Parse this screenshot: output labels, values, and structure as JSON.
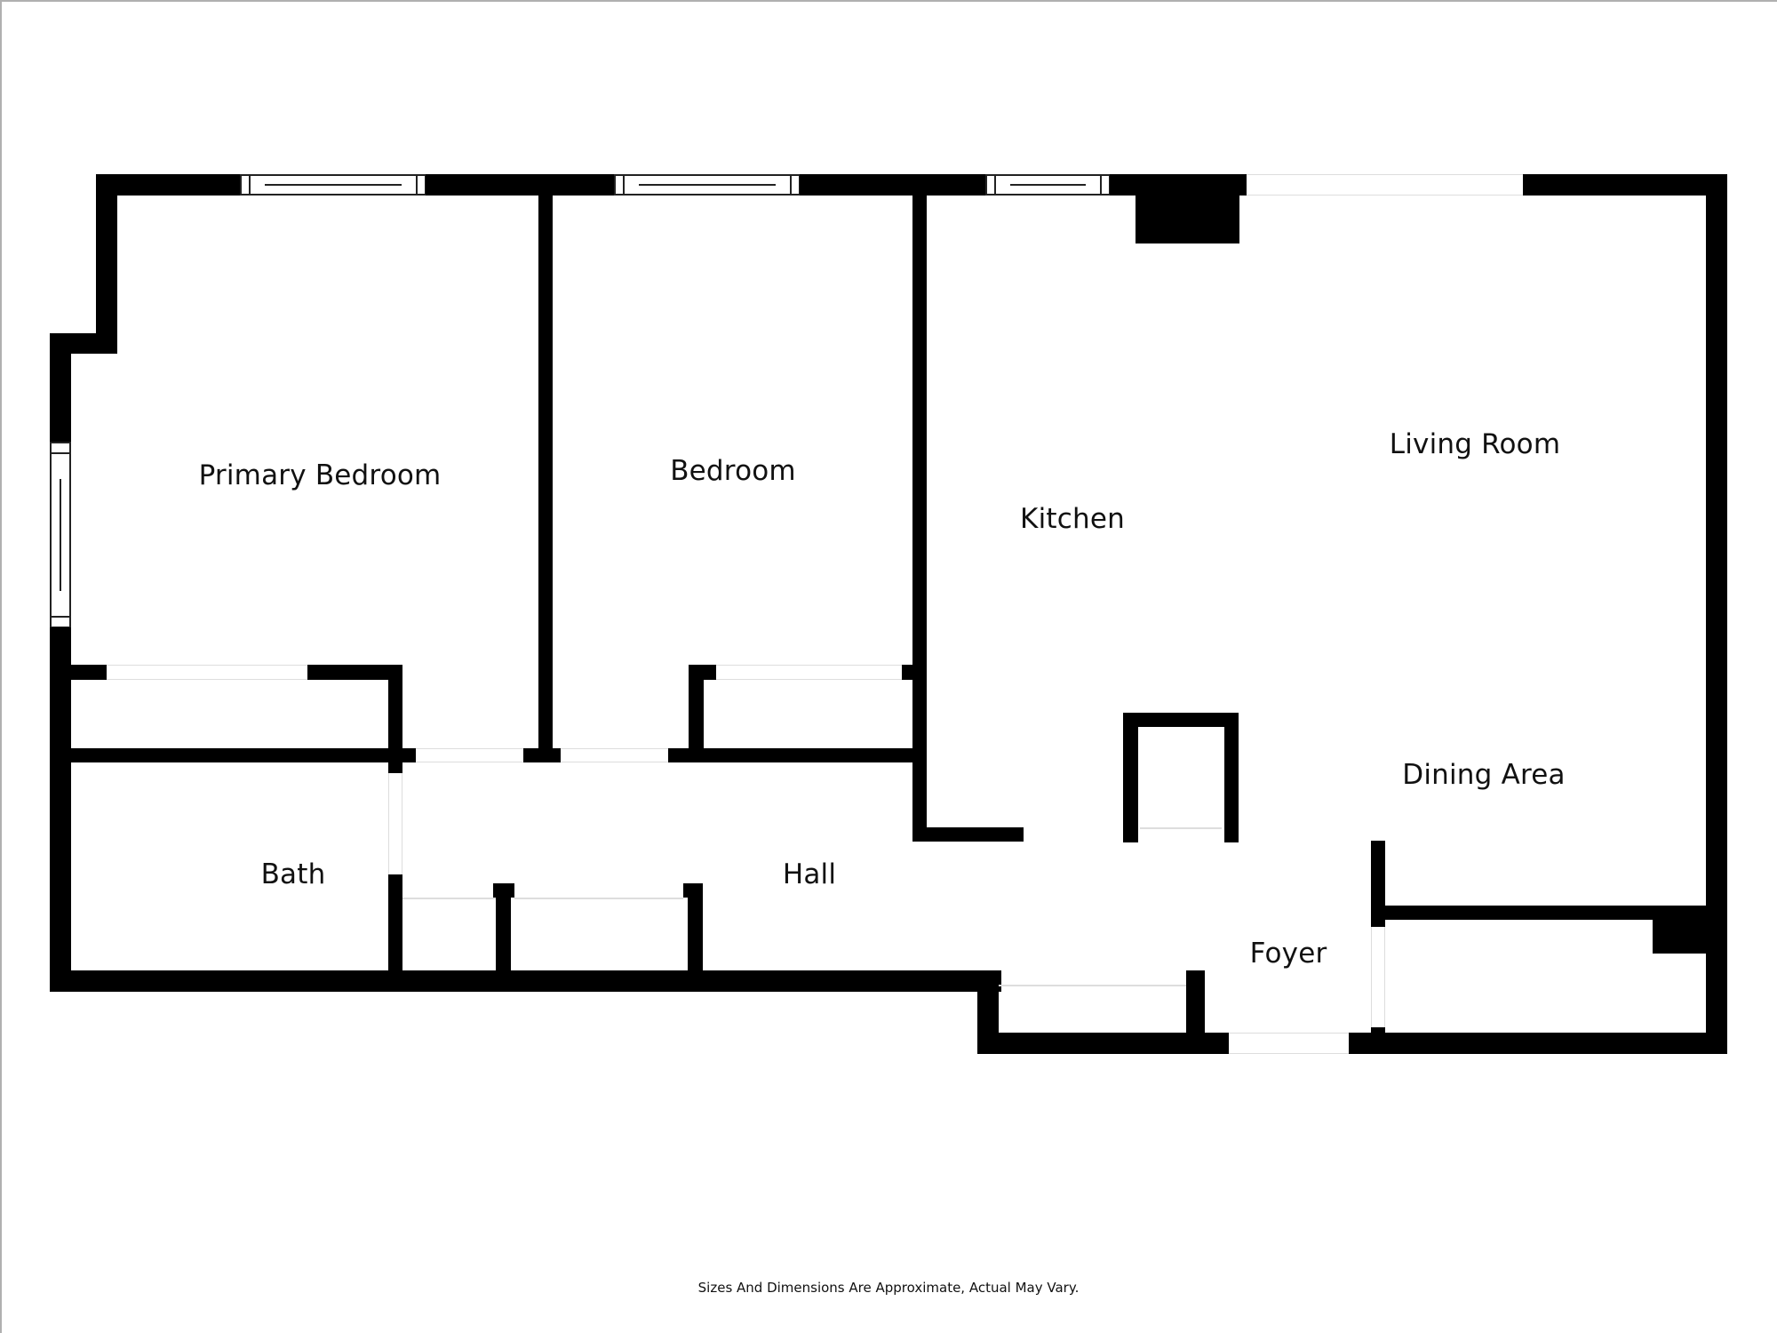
{
  "plan": {
    "wall_color": "#000000",
    "background": "#ffffff",
    "rooms": [
      {
        "id": "primary-bedroom",
        "label": "Primary Bedroom"
      },
      {
        "id": "bedroom",
        "label": "Bedroom"
      },
      {
        "id": "kitchen",
        "label": "Kitchen"
      },
      {
        "id": "living-room",
        "label": "Living Room"
      },
      {
        "id": "dining-area",
        "label": "Dining Area"
      },
      {
        "id": "bath",
        "label": "Bath"
      },
      {
        "id": "hall",
        "label": "Hall"
      },
      {
        "id": "foyer",
        "label": "Foyer"
      }
    ],
    "windows": [
      {
        "location": "primary-bedroom-north"
      },
      {
        "location": "primary-bedroom-west"
      },
      {
        "location": "bedroom-north"
      },
      {
        "location": "kitchen-north"
      }
    ]
  },
  "footer": {
    "disclaimer": "Sizes And Dimensions Are Approximate, Actual May Vary."
  }
}
